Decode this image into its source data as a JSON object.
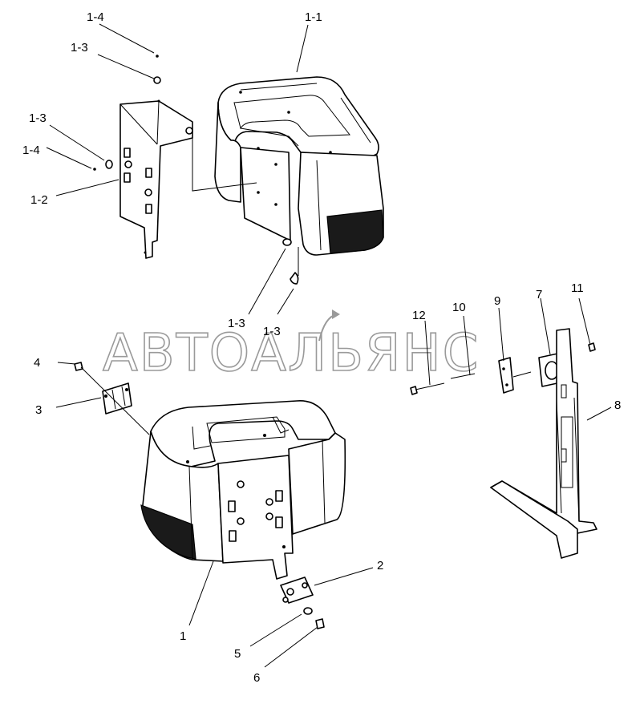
{
  "watermark": "АВТОАЛЬЯНС",
  "callouts": {
    "c_1_4_top": "1-4",
    "c_1_3_top": "1-3",
    "c_1_1": "1-1",
    "c_1_3_left": "1-3",
    "c_1_4_left": "1-4",
    "c_1_2": "1-2",
    "c_1_3_bl": "1-3",
    "c_1_3_br": "1-3",
    "c_4": "4",
    "c_3": "3",
    "c_1": "1",
    "c_2": "2",
    "c_5": "5",
    "c_6": "6",
    "c_12": "12",
    "c_10": "10",
    "c_9": "9",
    "c_7": "7",
    "c_11": "11",
    "c_8": "8"
  }
}
